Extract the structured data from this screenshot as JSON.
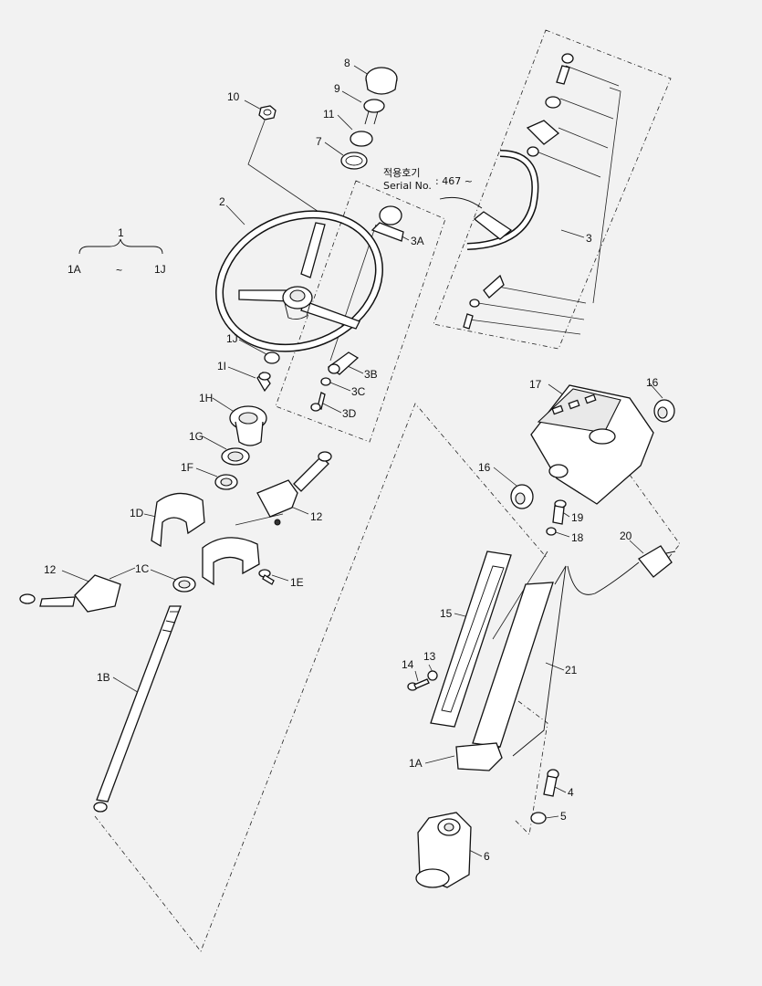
{
  "diagram": {
    "note": {
      "line1": "적용호기",
      "line2": "Serial No.",
      "serial": ": 467 ~"
    },
    "group_label": {
      "main": "1",
      "start": "1A",
      "tilde": "~",
      "end": "1J"
    },
    "labels": {
      "l8": "8",
      "l9": "9",
      "l10": "10",
      "l11": "11",
      "l7": "7",
      "l2": "2",
      "l3A": "3A",
      "l3": "3",
      "l1J": "1J",
      "l1I": "1I",
      "l3B": "3B",
      "l3C": "3C",
      "l3D": "3D",
      "l1H": "1H",
      "l1G": "1G",
      "l1F": "1F",
      "l1D": "1D",
      "l12a": "12",
      "l12b": "12",
      "l1C": "1C",
      "l1E": "1E",
      "l1B": "1B",
      "l17": "17",
      "l16a": "16",
      "l16b": "16",
      "l19": "19",
      "l18": "18",
      "l20": "20",
      "l15": "15",
      "l13": "13",
      "l14": "14",
      "l21": "21",
      "l1A": "1A",
      "l4": "4",
      "l5": "5",
      "l6": "6"
    }
  }
}
